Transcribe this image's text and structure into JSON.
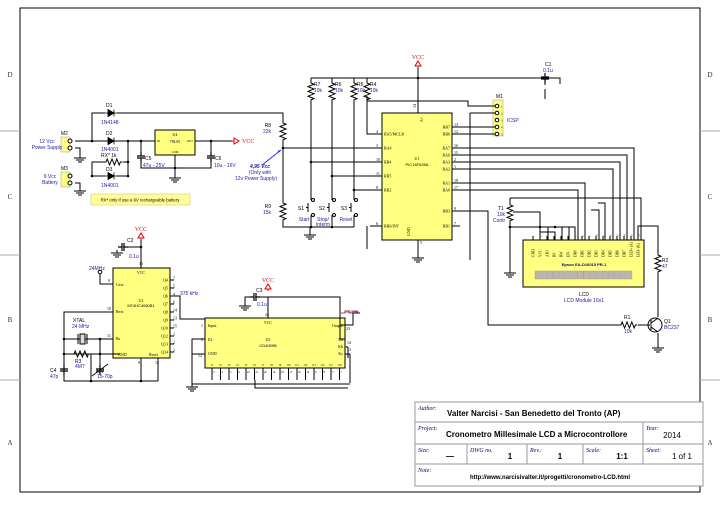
{
  "zones": {
    "left": [
      "D",
      "C",
      "B",
      "A"
    ],
    "right": [
      "D",
      "C",
      "B",
      "A"
    ]
  },
  "vcc": "VCC",
  "power": {
    "m2": {
      "ref": "M2",
      "label1": "12 Vcc",
      "label2": "Power Supply"
    },
    "m3": {
      "ref": "M3",
      "label1": "9 Vcc",
      "label2": "Battery"
    },
    "d1": {
      "ref": "D1",
      "value": "1N4148"
    },
    "d2": {
      "ref": "D2",
      "value": "1N4001"
    },
    "d3": {
      "ref": "D3",
      "value": "1N4001"
    },
    "rx": {
      "ref": "RX* 1k"
    },
    "u4": {
      "ref": "U4",
      "value": "78L05",
      "in": "IN",
      "out": "OUT",
      "com": "COM"
    },
    "c5": {
      "ref": "C5",
      "value": "47u - 25V"
    },
    "c6": {
      "ref": "C6",
      "value": "10u - 16V"
    },
    "note": "RX* only if use a 9V rechargeable battery"
  },
  "divider": {
    "r8": {
      "ref": "R8",
      "value": "22k"
    },
    "r9": {
      "ref": "R9",
      "value": "15k"
    },
    "annotation1": "4,95 Vcc",
    "annotation2": "(Only with",
    "annotation3": "12v Power Supply)"
  },
  "pullups": [
    {
      "ref": "R7",
      "value": "10k"
    },
    {
      "ref": "R6",
      "value": "10k"
    },
    {
      "ref": "R5",
      "value": "10k"
    },
    {
      "ref": "R4",
      "value": "10k"
    }
  ],
  "switches": [
    {
      "ref": "S1",
      "label1": "Start",
      "label2": ""
    },
    {
      "ref": "S2",
      "label1": "Stop/",
      "label2": "Interm"
    },
    {
      "ref": "S3",
      "label1": "Reset",
      "label2": ""
    }
  ],
  "u1": {
    "ref": "U1",
    "value": "PIC16F628A",
    "vplus": "+V",
    "gnd": "GND",
    "pin_vplus": "14",
    "pin_gnd": "5",
    "left_pins": [
      {
        "num": "4",
        "name": "RA5/MCLR"
      },
      {
        "num": "3",
        "name": "RA4"
      },
      {
        "num": "10",
        "name": "RB4"
      },
      {
        "num": "11",
        "name": "RB5"
      },
      {
        "num": "8",
        "name": "RB2"
      },
      {
        "num": "6",
        "name": "RB0/INT"
      }
    ],
    "right_pins": [
      {
        "num": "13",
        "name": "RB7"
      },
      {
        "num": "12",
        "name": "RB6"
      },
      {
        "num": "16",
        "name": "RA7"
      },
      {
        "num": "15",
        "name": "RA6"
      },
      {
        "num": "2",
        "name": "RA3"
      },
      {
        "num": "1",
        "name": "RA2"
      },
      {
        "num": "18",
        "name": "RA1"
      },
      {
        "num": "17",
        "name": "RA0"
      },
      {
        "num": "9",
        "name": "RB3"
      },
      {
        "num": "7",
        "name": "RB1"
      }
    ]
  },
  "m1": {
    "ref": "M1",
    "label": "ICSP",
    "pins": [
      "1",
      "2",
      "3",
      "4",
      "5"
    ]
  },
  "c1": {
    "ref": "C1",
    "value": "0.1u"
  },
  "t1": {
    "ref": "T1",
    "value": "10k",
    "label": "Contr"
  },
  "lcd": {
    "brand": "Epson EA-D16015 PR-1",
    "ref": "LCD",
    "value": "LCD Module 16x1",
    "pins": [
      "GND",
      "VCC",
      "ADJ",
      "RS",
      "RW",
      "EN",
      "DB0",
      "DB1",
      "DB2",
      "DB3",
      "DB4",
      "DB5",
      "DB6",
      "DB7",
      "LED+ (A)",
      "LED- (K)"
    ],
    "pin_nums": [
      "1",
      "2",
      "3",
      "4",
      "5",
      "6",
      "7",
      "8",
      "9",
      "10",
      "11",
      "12",
      "13",
      "14",
      "15",
      "16"
    ]
  },
  "r2": {
    "ref": "R2",
    "value": "47"
  },
  "r1": {
    "ref": "R1",
    "value": "10k"
  },
  "q1": {
    "ref": "Q1",
    "value": "BC237"
  },
  "u2": {
    "ref": "U2",
    "value": "M74HC4060B1",
    "vcc": "VCC",
    "gnd": "GND",
    "reset": "Reset",
    "pin_vcc": "16",
    "pin_gnd": "8",
    "pin_reset": "12",
    "cext": {
      "num": "9",
      "name": "Cext"
    },
    "rest": {
      "num": "10",
      "name": "Rext"
    },
    "rs": {
      "num": "11",
      "name": "Rs"
    },
    "outputs": [
      {
        "num": "7",
        "name": "Q4"
      },
      {
        "num": "5",
        "name": "Q5"
      },
      {
        "num": "4",
        "name": "Q6"
      },
      {
        "num": "6",
        "name": "Q7"
      },
      {
        "num": "14",
        "name": "Q8"
      },
      {
        "num": "13",
        "name": "Q9"
      },
      {
        "num": "15",
        "name": "Q10"
      },
      {
        "num": "1",
        "name": "Q12"
      },
      {
        "num": "2",
        "name": "Q13"
      },
      {
        "num": "3",
        "name": "Q14"
      }
    ],
    "freq_in": "24MHz",
    "freq_out": "375 kHz"
  },
  "c2": {
    "ref": "C2",
    "value": "0.1u"
  },
  "c3": {
    "ref": "C3",
    "value": "0.1u"
  },
  "xtal": {
    "ref": "XTAL",
    "value": "24 MHz"
  },
  "r3": {
    "ref": "R3",
    "value": "4M7"
  },
  "c4": {
    "ref": "C4",
    "value": "47p"
  },
  "cv": {
    "ref": "CV",
    "value": "15-70p"
  },
  "u3": {
    "ref": "U3",
    "value": "CD4059B",
    "vcc": "VCC",
    "pin_vcc": "24",
    "input": {
      "num": "1",
      "name": "Input"
    },
    "el": {
      "num": "2",
      "name": "EL"
    },
    "gnd": {
      "num": "12",
      "name": "GND"
    },
    "output": {
      "num": "23",
      "name": "Output"
    },
    "ka": {
      "num": "14",
      "name": "Ka"
    },
    "kb": {
      "num": "13",
      "name": "Kb"
    },
    "kc": {
      "num": "11",
      "name": "Kc"
    },
    "bottom_names": [
      "J1",
      "J2",
      "J3",
      "J4",
      "J5",
      "J6",
      "J7",
      "J8",
      "J9",
      "J10",
      "J11",
      "J12",
      "J13",
      "J14",
      "J15",
      "J16"
    ],
    "bottom_nums": [
      "3",
      "4",
      "5",
      "6",
      "22",
      "21",
      "20",
      "19",
      "18",
      "17",
      "16",
      "10",
      "9",
      "8",
      "7",
      "?"
    ],
    "freq_out": "1000 Hz"
  },
  "title_block": {
    "author_label": "Author:",
    "author": "Valter Narcisi - San Benedetto del Tronto (AP)",
    "project_label": "Project:",
    "project": "Cronometro Millesimale LCD a Microcontrollore",
    "year_label": "Year:",
    "year": "2014",
    "size_label": "Size:",
    "size": "—",
    "dwg_label": "DWG no.",
    "dwg": "1",
    "rev_label": "Rev.:",
    "rev": "1",
    "scale_label": "Scale:",
    "scale": "1:1",
    "sheet_label": "Sheet:",
    "sheet": "1 of 1",
    "note_label": "Note:",
    "note": "http://www.narcisivalter.it/progetti/cronometro-LCD.html"
  }
}
